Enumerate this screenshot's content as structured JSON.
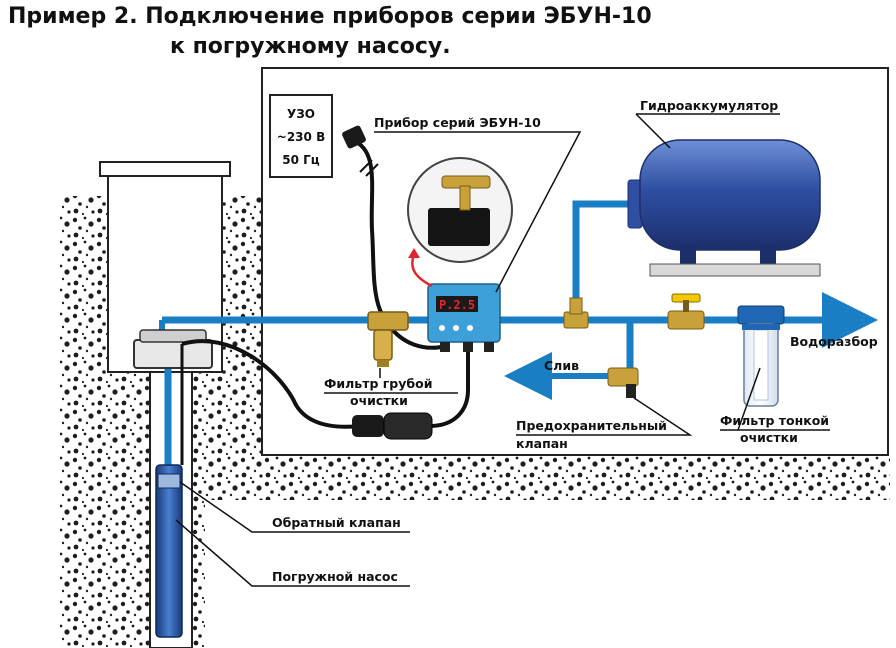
{
  "title": {
    "line1": "Пример 2. Подключение приборов серии ЭБУН-10",
    "line2": "к погружному насосу."
  },
  "labels": {
    "uzo_line1": "УЗО",
    "uzo_line2": "~230 В",
    "uzo_line3": "50 Гц",
    "device": "Прибор серий ЭБУН-10",
    "accumulator": "Гидроаккумулятор",
    "outlet": "Водоразбор",
    "drain": "Слив",
    "coarse_filter_1": "Фильтр грубой",
    "coarse_filter_2": "очистки",
    "safety_valve_1": "Предохранительный",
    "safety_valve_2": "клапан",
    "fine_filter_1": "Фильтр тонкой",
    "fine_filter_2": "очистки",
    "check_valve": "Обратный клапан",
    "pump": "Погружной насос",
    "display_value": "P.2.5"
  },
  "colors": {
    "pipe": "#1a7ec4",
    "tank": "#2f4fa3",
    "device_body": "#3ea0d8",
    "display": "#e0262b",
    "cable": "#111111",
    "soil": "#222222",
    "brass": "#c9a13a"
  }
}
